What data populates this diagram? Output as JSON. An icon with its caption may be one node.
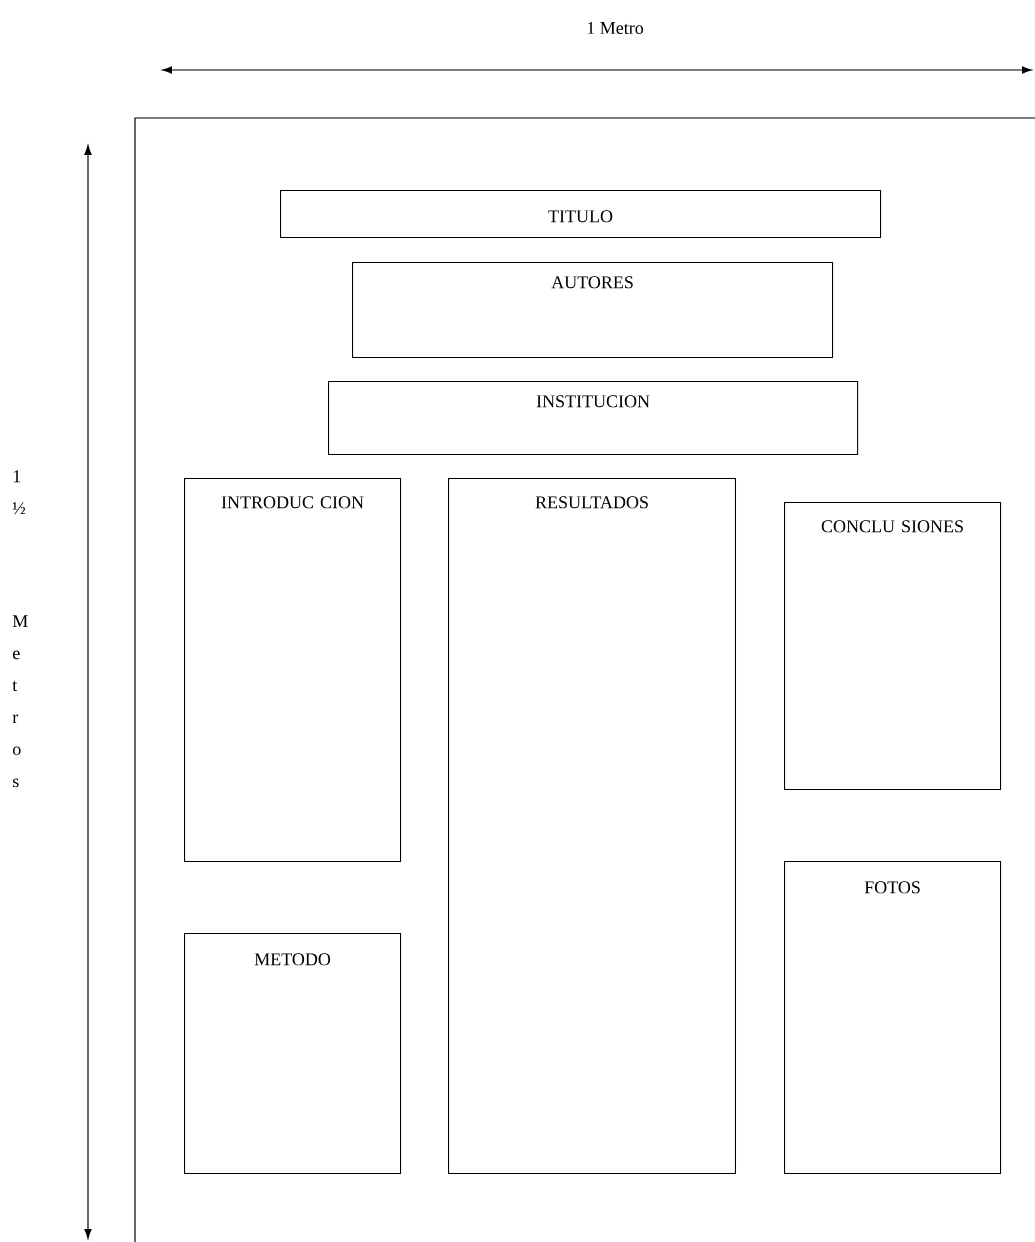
{
  "diagram": {
    "nodes": [
      {
        "text": [
          "TITULO"
        ]
      },
      {
        "text": [
          "AUTORES"
        ]
      },
      {
        "text": [
          "INSTITUCION"
        ]
      },
      {
        "text": [
          "INTRODUC CION"
        ]
      },
      {
        "text": [
          "RESULTADOS"
        ]
      },
      {
        "text": [
          "CONCLU SIONES"
        ]
      },
      {
        "text": [
          "METODO"
        ]
      },
      {
        "text": [
          "FOTOS"
        ]
      }
    ],
    "labels": [
      "1 Metro",
      "1 ½",
      "M e t r o s"
    ]
  }
}
